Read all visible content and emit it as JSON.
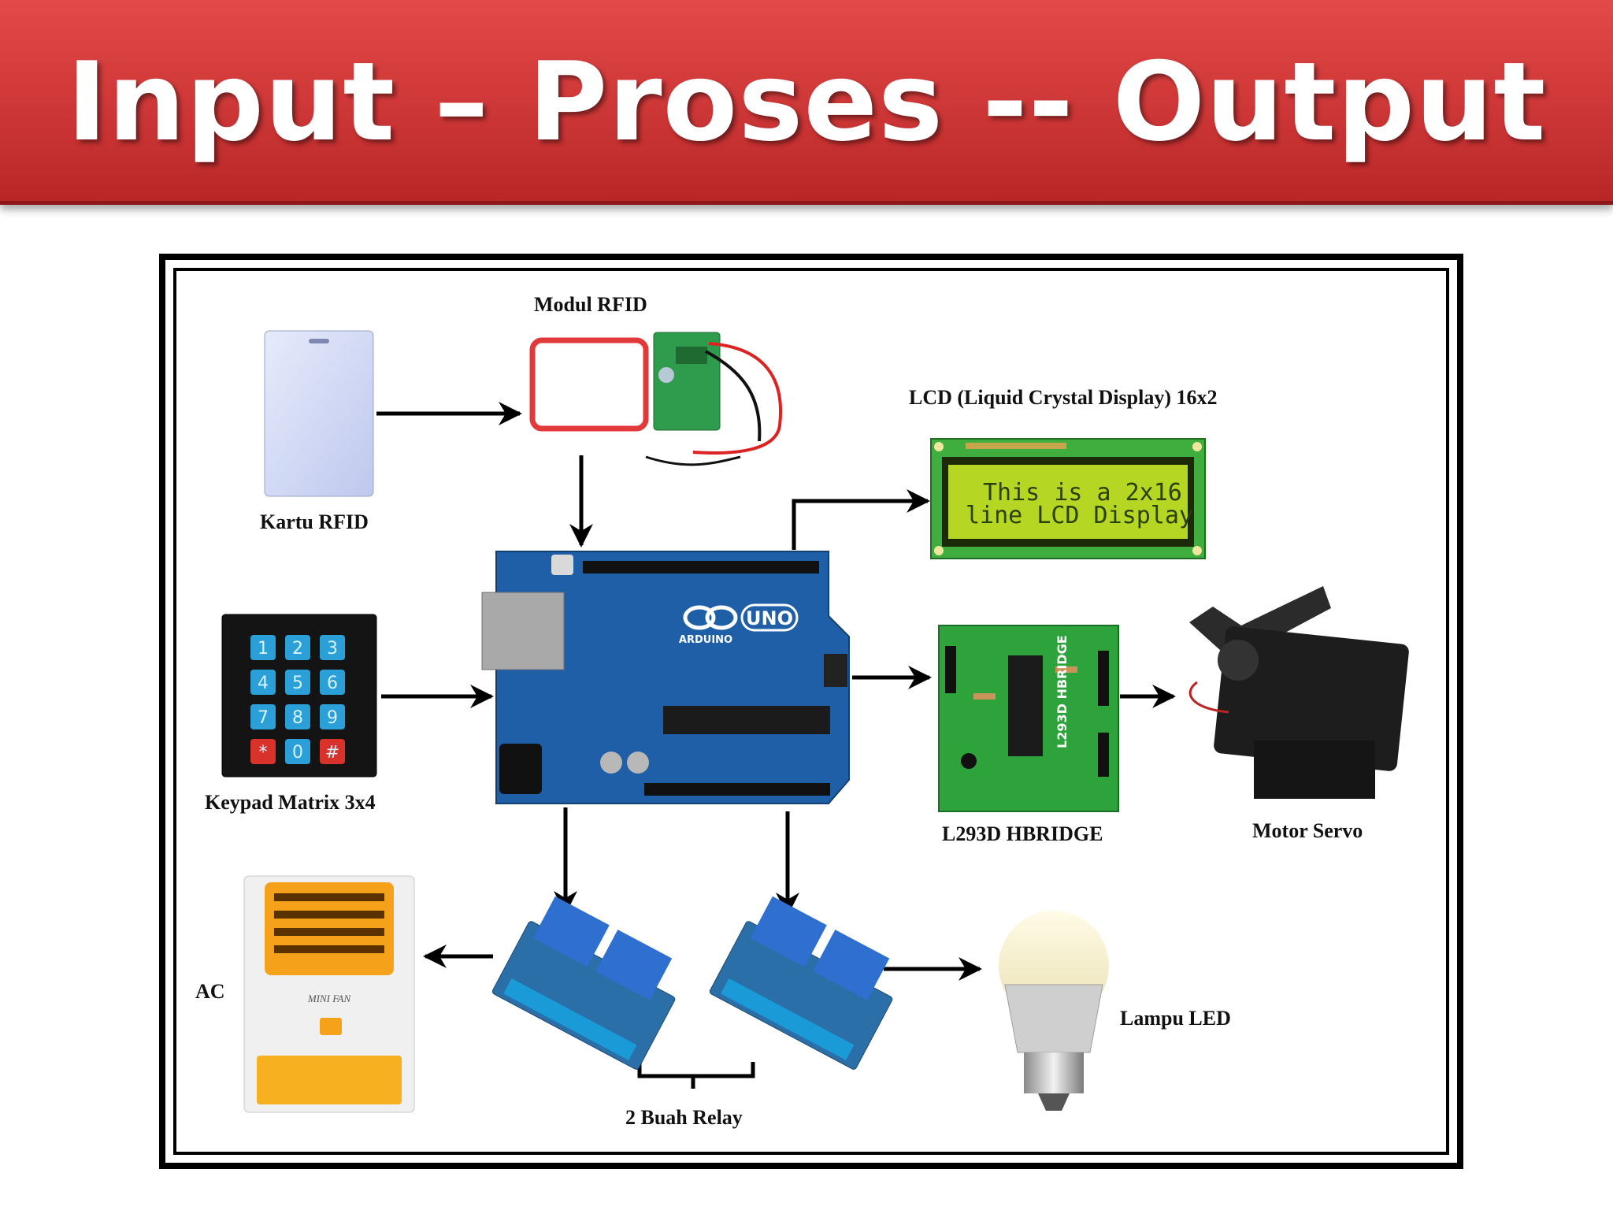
{
  "title": "Input – Proses -- Output",
  "labels": {
    "modul_rfid": "Modul RFID",
    "kartu_rfid": "Kartu RFID",
    "lcd": "LCD (Liquid Crystal Display) 16x2",
    "keypad": "Keypad Matrix 3x4",
    "hbridge": "L293D HBRIDGE",
    "motor_servo": "Motor Servo",
    "ac": "AC",
    "lampu": "Lampu LED",
    "relay": "2 Buah Relay"
  },
  "lcd_lines": [
    "This is a 2x16",
    "line LCD Display"
  ],
  "keypad_keys": [
    "1",
    "2",
    "3",
    "4",
    "5",
    "6",
    "7",
    "8",
    "9",
    "*",
    "0",
    "#"
  ],
  "arduino": {
    "brand": "ARDUINO",
    "model": "UNO"
  },
  "hbridge_chip": "L293D HBRIDGE",
  "ac_brand": "MINI FAN",
  "colors": {
    "title_bar": "#d23a3a",
    "arduino": "#1f5fa8",
    "pcb_green": "#2fa33b",
    "lcd_screen": "#b6d624",
    "relay_blue": "#2f6fd0"
  }
}
